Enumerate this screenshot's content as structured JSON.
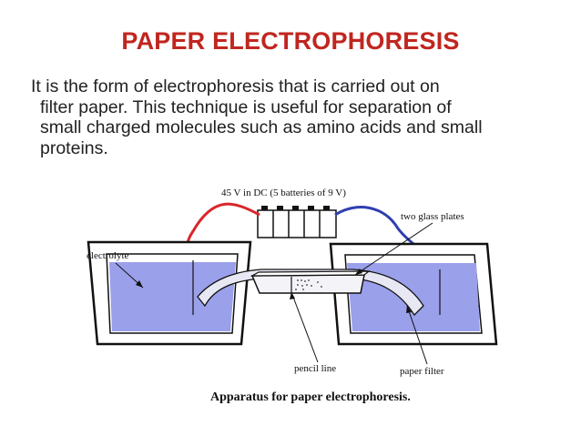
{
  "slide": {
    "title": "PAPER ELECTROPHORESIS",
    "body_lines": [
      "It is the form of electrophoresis that is carried out on",
      "filter paper. This technique is useful for separation of",
      "small charged molecules such as amino acids and small",
      "proteins."
    ]
  },
  "figure": {
    "labels": {
      "power": "45 V in DC (5 batteries of 9 V)",
      "glass_plates": "two glass plates",
      "electrolyte": "electrolyte",
      "pencil_line": "pencil line",
      "paper_filter": "paper filter",
      "caption": "Apparatus for paper electrophoresis."
    },
    "colors": {
      "title": "#c0261f",
      "electrolyte_fill": "#9aa0ea",
      "red_wire": "#d9262a",
      "blue_wire": "#2f3fb0"
    }
  }
}
